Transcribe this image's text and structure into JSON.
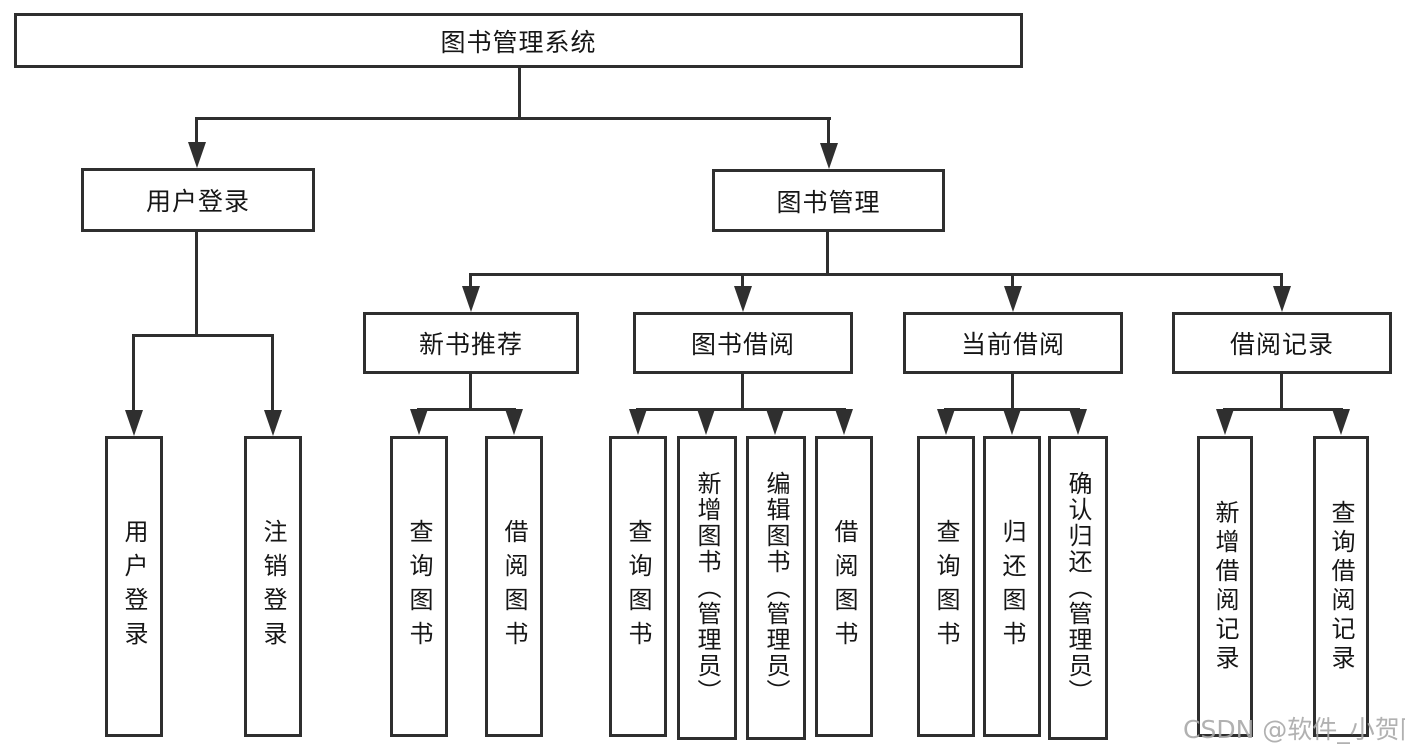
{
  "diagram": {
    "root": {
      "label": "图书管理系统"
    },
    "level2": [
      {
        "id": "user-login",
        "label": "用户登录"
      },
      {
        "id": "book-management",
        "label": "图书管理"
      }
    ],
    "level3": [
      {
        "id": "new-book-recommend",
        "label": "新书推荐"
      },
      {
        "id": "book-borrow",
        "label": "图书借阅"
      },
      {
        "id": "current-borrow",
        "label": "当前借阅"
      },
      {
        "id": "borrow-records",
        "label": "借阅记录"
      }
    ],
    "leaves": [
      {
        "parent": "user-login",
        "label": "用户登录"
      },
      {
        "parent": "user-login",
        "label": "注销登录"
      },
      {
        "parent": "new-book-recommend",
        "label": "查询图书"
      },
      {
        "parent": "new-book-recommend",
        "label": "借阅图书"
      },
      {
        "parent": "book-borrow",
        "label": "查询图书"
      },
      {
        "parent": "book-borrow",
        "label": "新增图书（管理员）"
      },
      {
        "parent": "book-borrow",
        "label": "编辑图书（管理员）"
      },
      {
        "parent": "book-borrow",
        "label": "借阅图书"
      },
      {
        "parent": "current-borrow",
        "label": "查询图书"
      },
      {
        "parent": "current-borrow",
        "label": "归还图书"
      },
      {
        "parent": "current-borrow",
        "label": "确认归还（管理员）"
      },
      {
        "parent": "borrow-records",
        "label": "新增借阅记录"
      },
      {
        "parent": "borrow-records",
        "label": "查询借阅记录"
      }
    ],
    "watermark": "CSDN @软件_小贺同学",
    "colors": {
      "line": "#2f2f2f",
      "box_border": "#2f2f2f",
      "text": "#161616",
      "watermark": "#a8a8a8",
      "background": "#ffffff"
    }
  }
}
